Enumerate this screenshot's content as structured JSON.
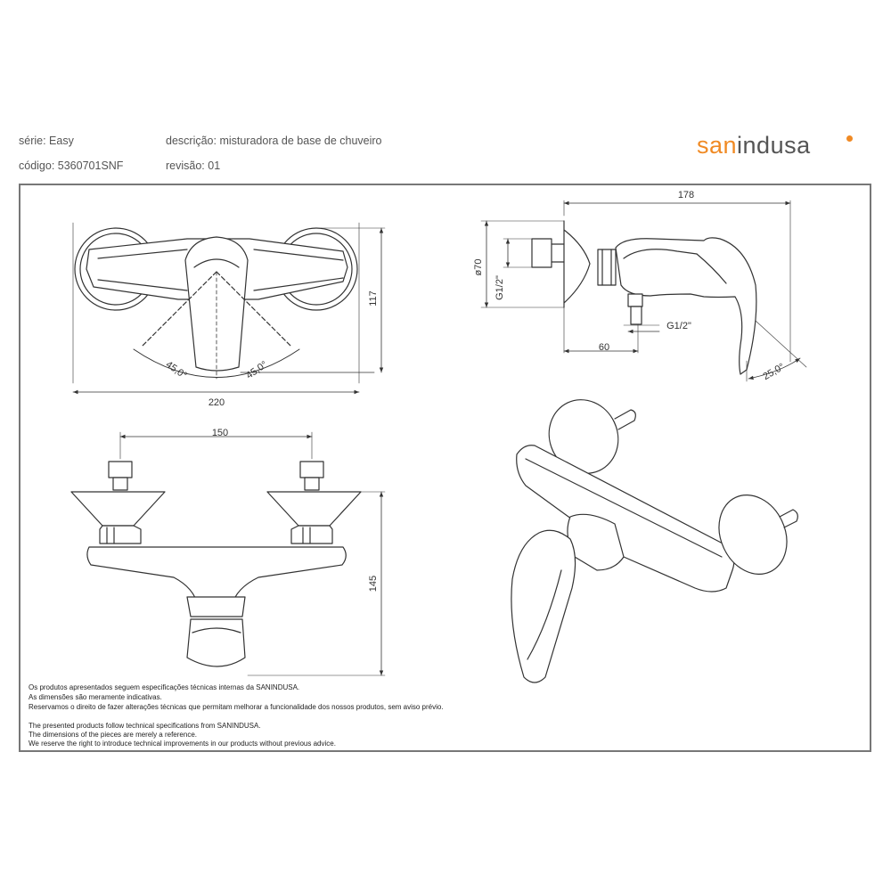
{
  "header": {
    "series_label": "série: Easy",
    "code_label": "código: 5360701SNF",
    "description_label": "descrição: misturadora de base de chuveiro",
    "revision_label": "revisão: 01"
  },
  "logo": {
    "part_a": "san",
    "part_b": "indusa"
  },
  "dimensions": {
    "front_width": "220",
    "front_height": "117",
    "angle_left": "45,0°",
    "angle_right": "45,0°",
    "side_width": "178",
    "side_diameter": "ø70",
    "side_thread_left": "G1/2\"",
    "side_thread_bottom": "G1/2\"",
    "side_depth": "60",
    "side_angle": "25,0°",
    "bottom_spacing": "150",
    "bottom_height": "145"
  },
  "notes": {
    "pt_1": "Os produtos apresentados seguem especificações técnicas internas da SANINDUSA.",
    "pt_2": "As dimensões são meramente indicativas.",
    "pt_3": "Reservamos o direito de fazer alterações técnicas que permitam melhorar a funcionalidade dos nossos produtos, sem aviso prévio.",
    "en_1": "The presented products follow technical specifications from SANINDUSA.",
    "en_2": "The dimensions of the pieces are merely a reference.",
    "en_3": "We reserve the right to introduce technical improvements in our products without previous advice."
  }
}
